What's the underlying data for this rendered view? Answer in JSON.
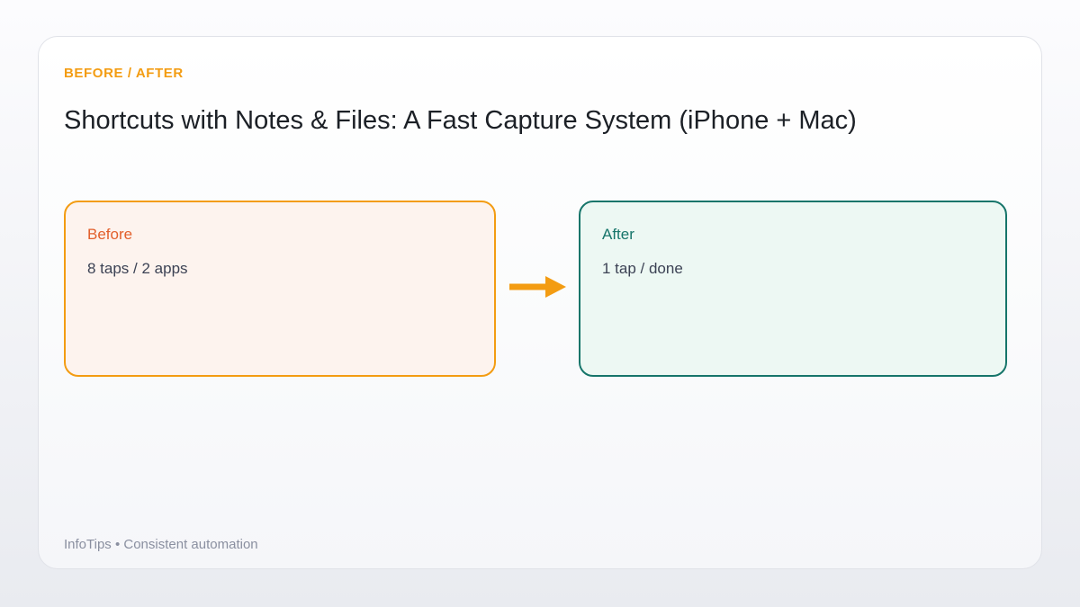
{
  "header": {
    "eyebrow": "BEFORE / AFTER",
    "title": "Shortcuts with Notes & Files: A Fast Capture System (iPhone + Mac)"
  },
  "before_card": {
    "title": "Before",
    "body": "8 taps / 2 apps"
  },
  "after_card": {
    "title": "After",
    "body": "1 tap / done"
  },
  "arrow": {
    "icon": "arrow-right-icon"
  },
  "footer": {
    "text": "InfoTips • Consistent automation"
  },
  "theme": {
    "accent_orange": "#f39c12",
    "before_title_color": "#e25f2b",
    "before_bg": "#fdf3ee",
    "teal_dark": "#16756a",
    "after_bg": "#edf8f3",
    "title_color": "#1c2026",
    "body_text": "#3c4254",
    "footer_color": "#8a8fa0",
    "frame_border": "#e0e2e8",
    "page_bg_top": "#fcfcfe",
    "page_bg_bottom": "#e9ebf0"
  }
}
